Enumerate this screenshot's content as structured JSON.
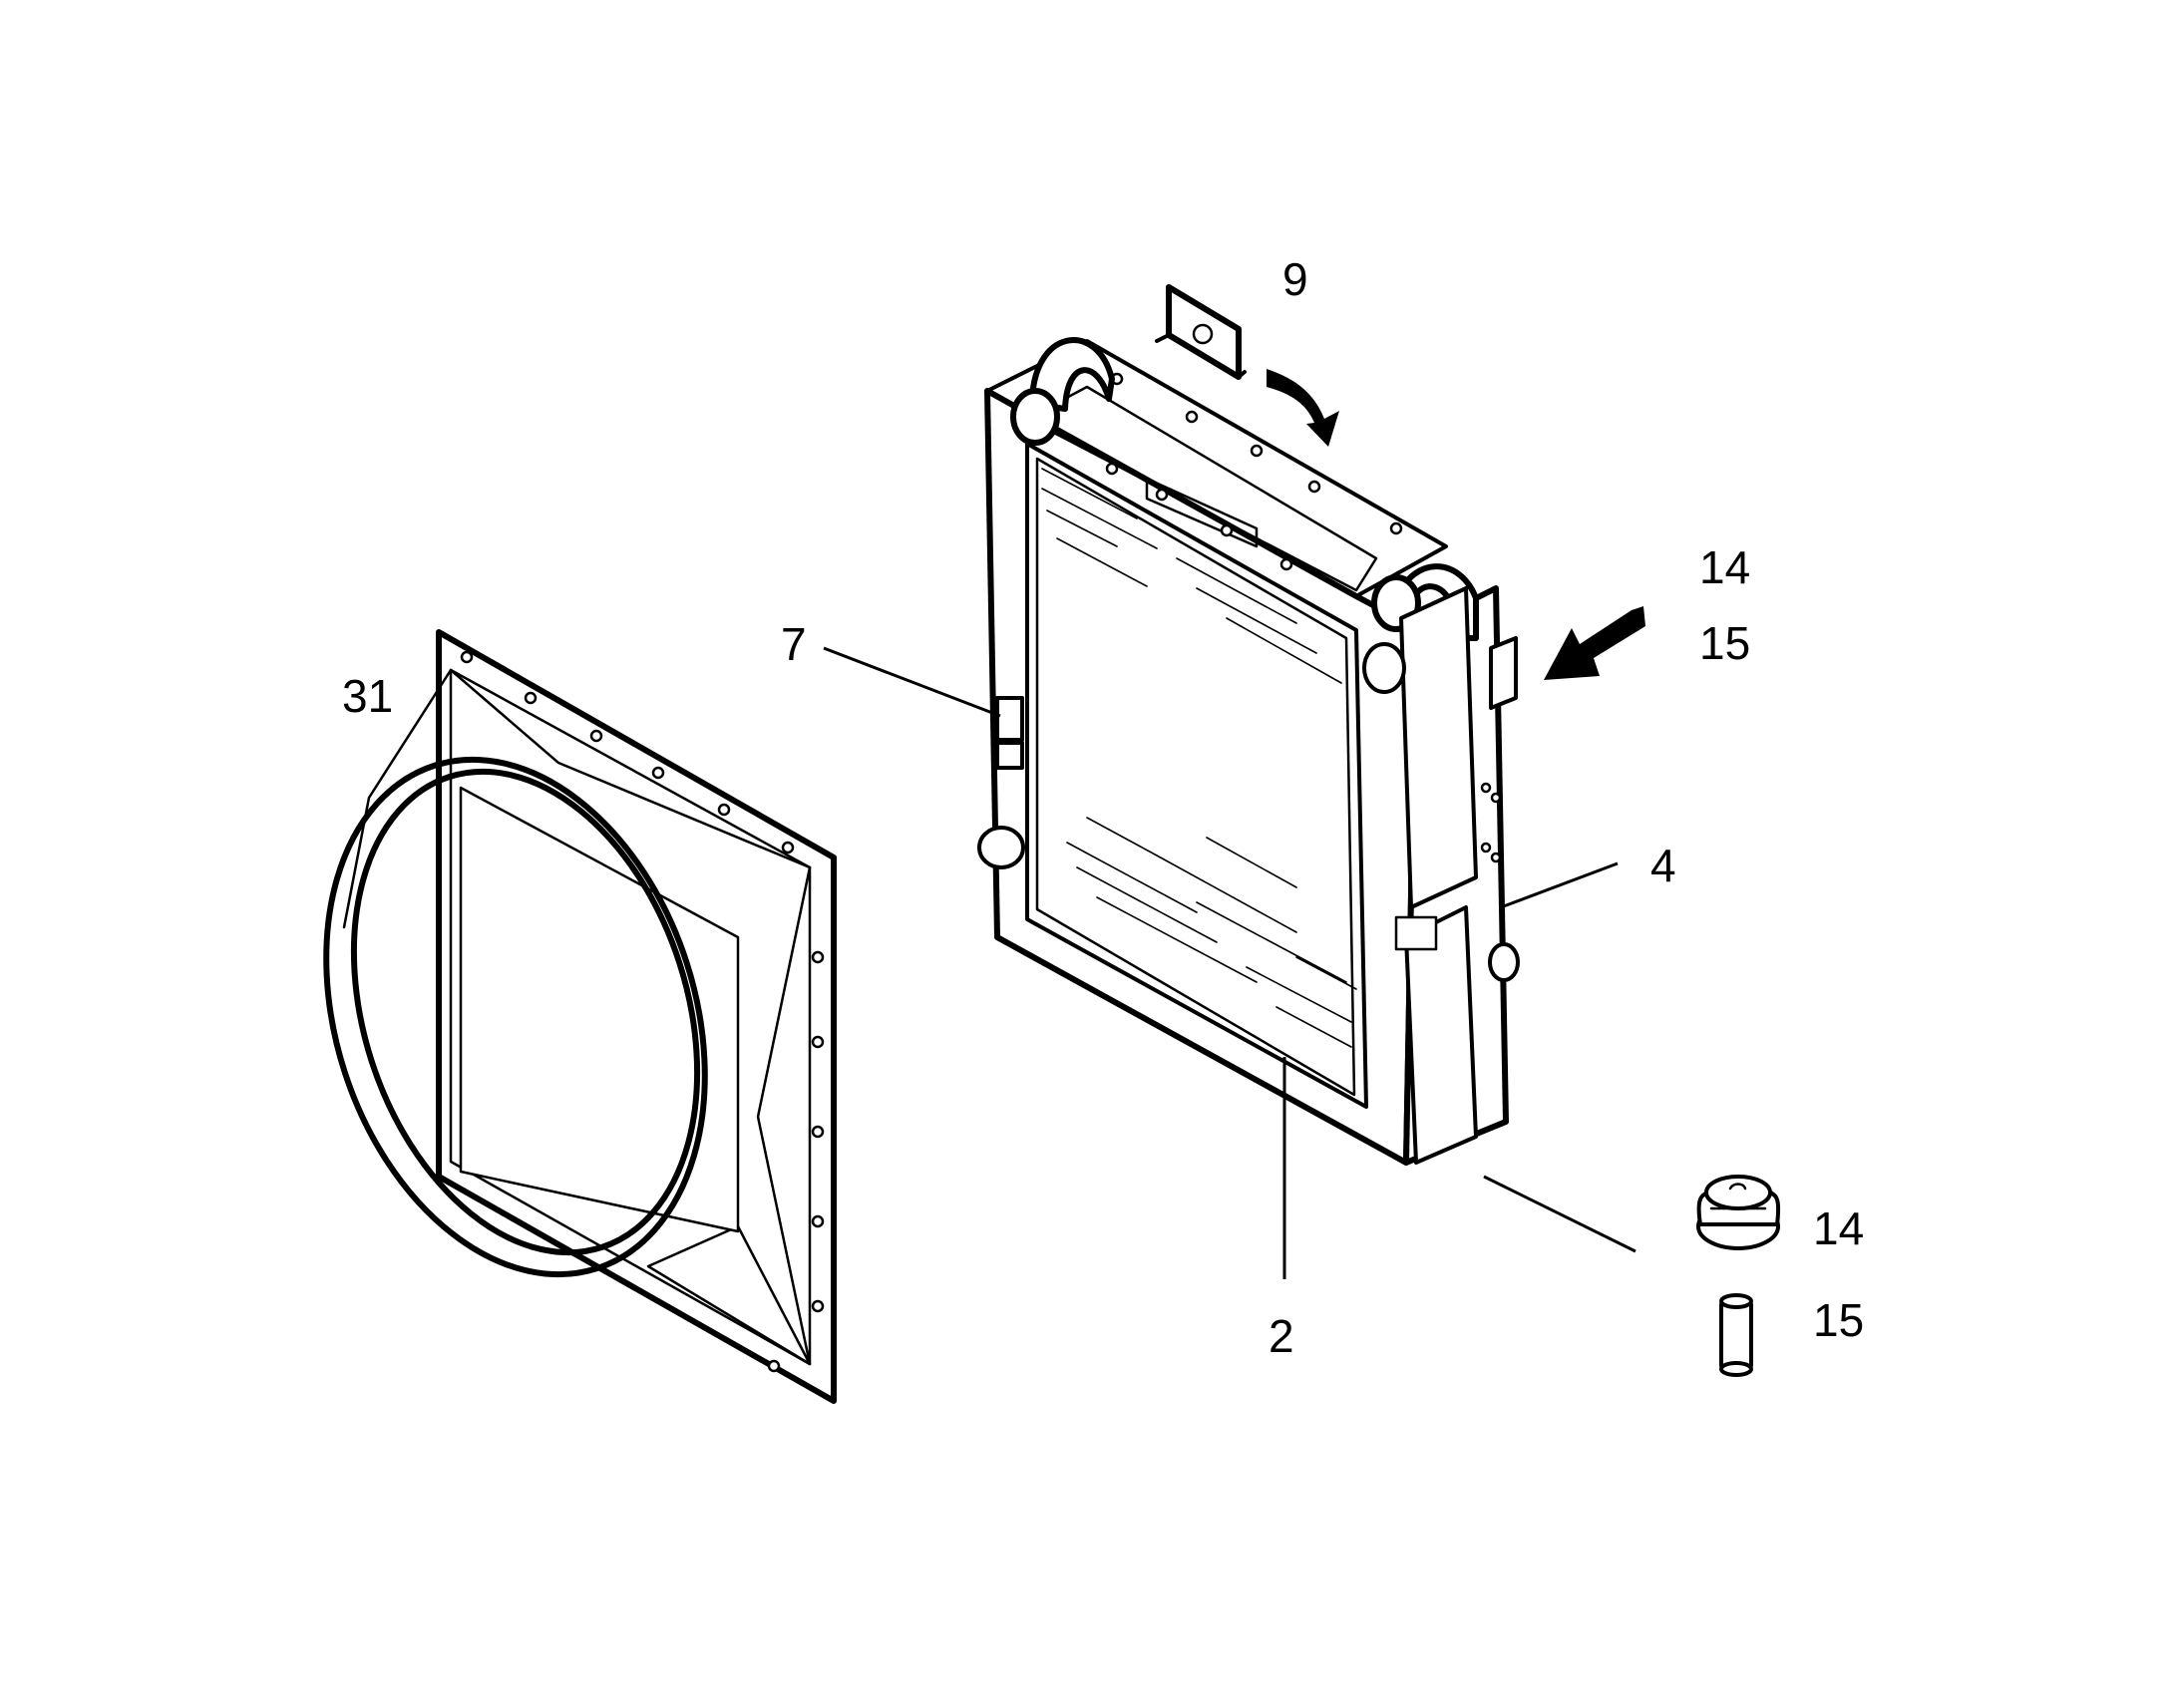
{
  "labels": {
    "l31": "31",
    "l7": "7",
    "l9": "9",
    "l14a": "14",
    "l15a": "15",
    "l4": "4",
    "l2": "2",
    "l14b": "14",
    "l15b": "15"
  },
  "colors": {
    "line": "#000000",
    "background": "#ffffff"
  }
}
